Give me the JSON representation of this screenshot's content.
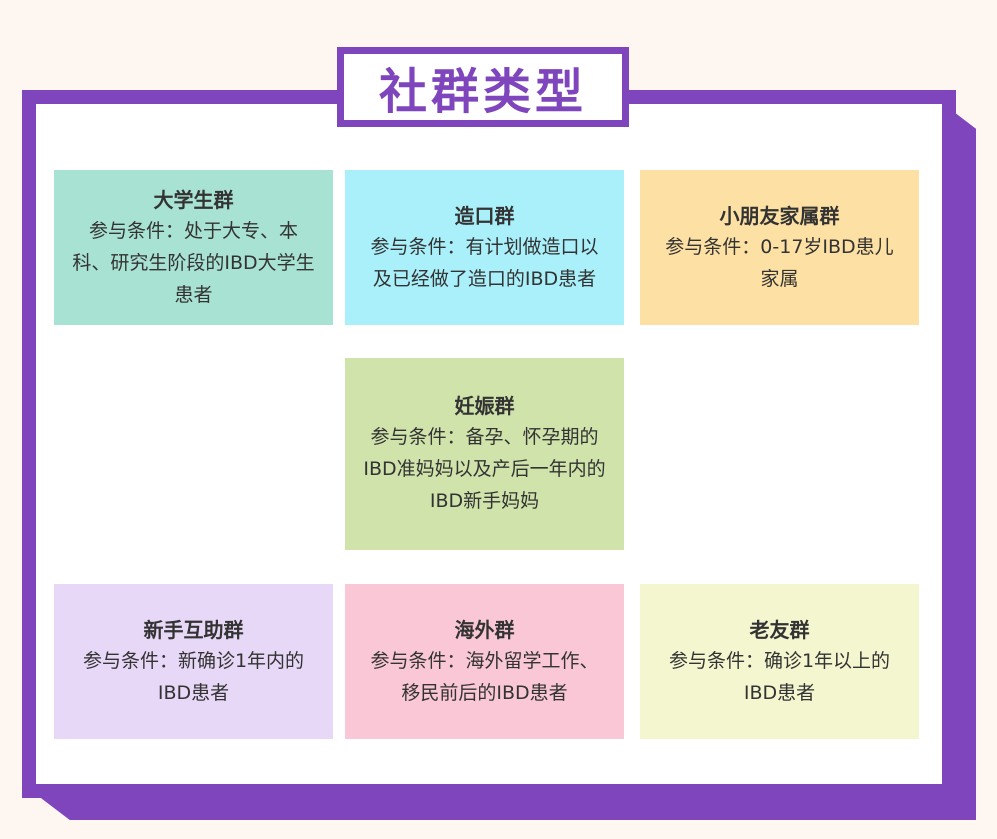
{
  "title": "社群类型",
  "colors": {
    "accent": "#7e45bd",
    "teal": "#a8e2d2",
    "cyan": "#a9f0fa",
    "orange": "#fde0a3",
    "green": "#cfe3ab",
    "lavender": "#e7d8f7",
    "pink": "#f9c7d5",
    "cream": "#f4f6d0"
  },
  "groups": [
    {
      "name": "大学生群",
      "desc": "参与条件：处于大专、本科、研究生阶段的IBD大学生患者",
      "color": "#a8e2d2"
    },
    {
      "name": "造口群",
      "desc": "参与条件：有计划做造口以及已经做了造口的IBD患者",
      "color": "#a9f0fa"
    },
    {
      "name": "小朋友家属群",
      "desc": "参与条件：0-17岁IBD患儿家属",
      "color": "#fde0a3"
    },
    {
      "name": "妊娠群",
      "desc": "参与条件：备孕、怀孕期的IBD准妈妈以及产后一年内的IBD新手妈妈",
      "color": "#cfe3ab"
    },
    {
      "name": "新手互助群",
      "desc": "参与条件：新确诊1年内的IBD患者",
      "color": "#e7d8f7"
    },
    {
      "name": "海外群",
      "desc": "参与条件：海外留学工作、移民前后的IBD患者",
      "color": "#f9c7d5"
    },
    {
      "name": "老友群",
      "desc": "参与条件：确诊1年以上的IBD患者",
      "color": "#f4f6d0"
    }
  ]
}
